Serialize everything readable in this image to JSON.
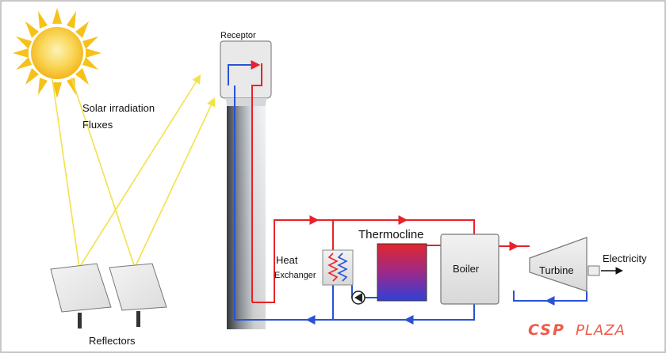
{
  "labels": {
    "receptor": "Receptor",
    "solar_line1": "Solar irradiation",
    "solar_line2": "Fluxes",
    "reflectors": "Reflectors",
    "heat_line1": "Heat",
    "heat_line2": "Exchanger",
    "thermocline": "Thermocline",
    "boiler": "Boiler",
    "turbine": "Turbine",
    "electricity": "Electricity"
  },
  "brand": {
    "part1": "CSP",
    "part2": "PLAZA"
  },
  "colors": {
    "hot_line": "#e8222a",
    "cold_line": "#2a52d6",
    "sun": "#f6c21a",
    "sun_core": "#fbe38a",
    "ray": "#f2e24a",
    "brand": "#ee5a4a",
    "tank_top": "#e3262c",
    "tank_bottom": "#2f3fd8"
  },
  "icons": {
    "sun": "sun-icon",
    "pump": "pump-icon",
    "arrow": "arrow-right-icon"
  }
}
